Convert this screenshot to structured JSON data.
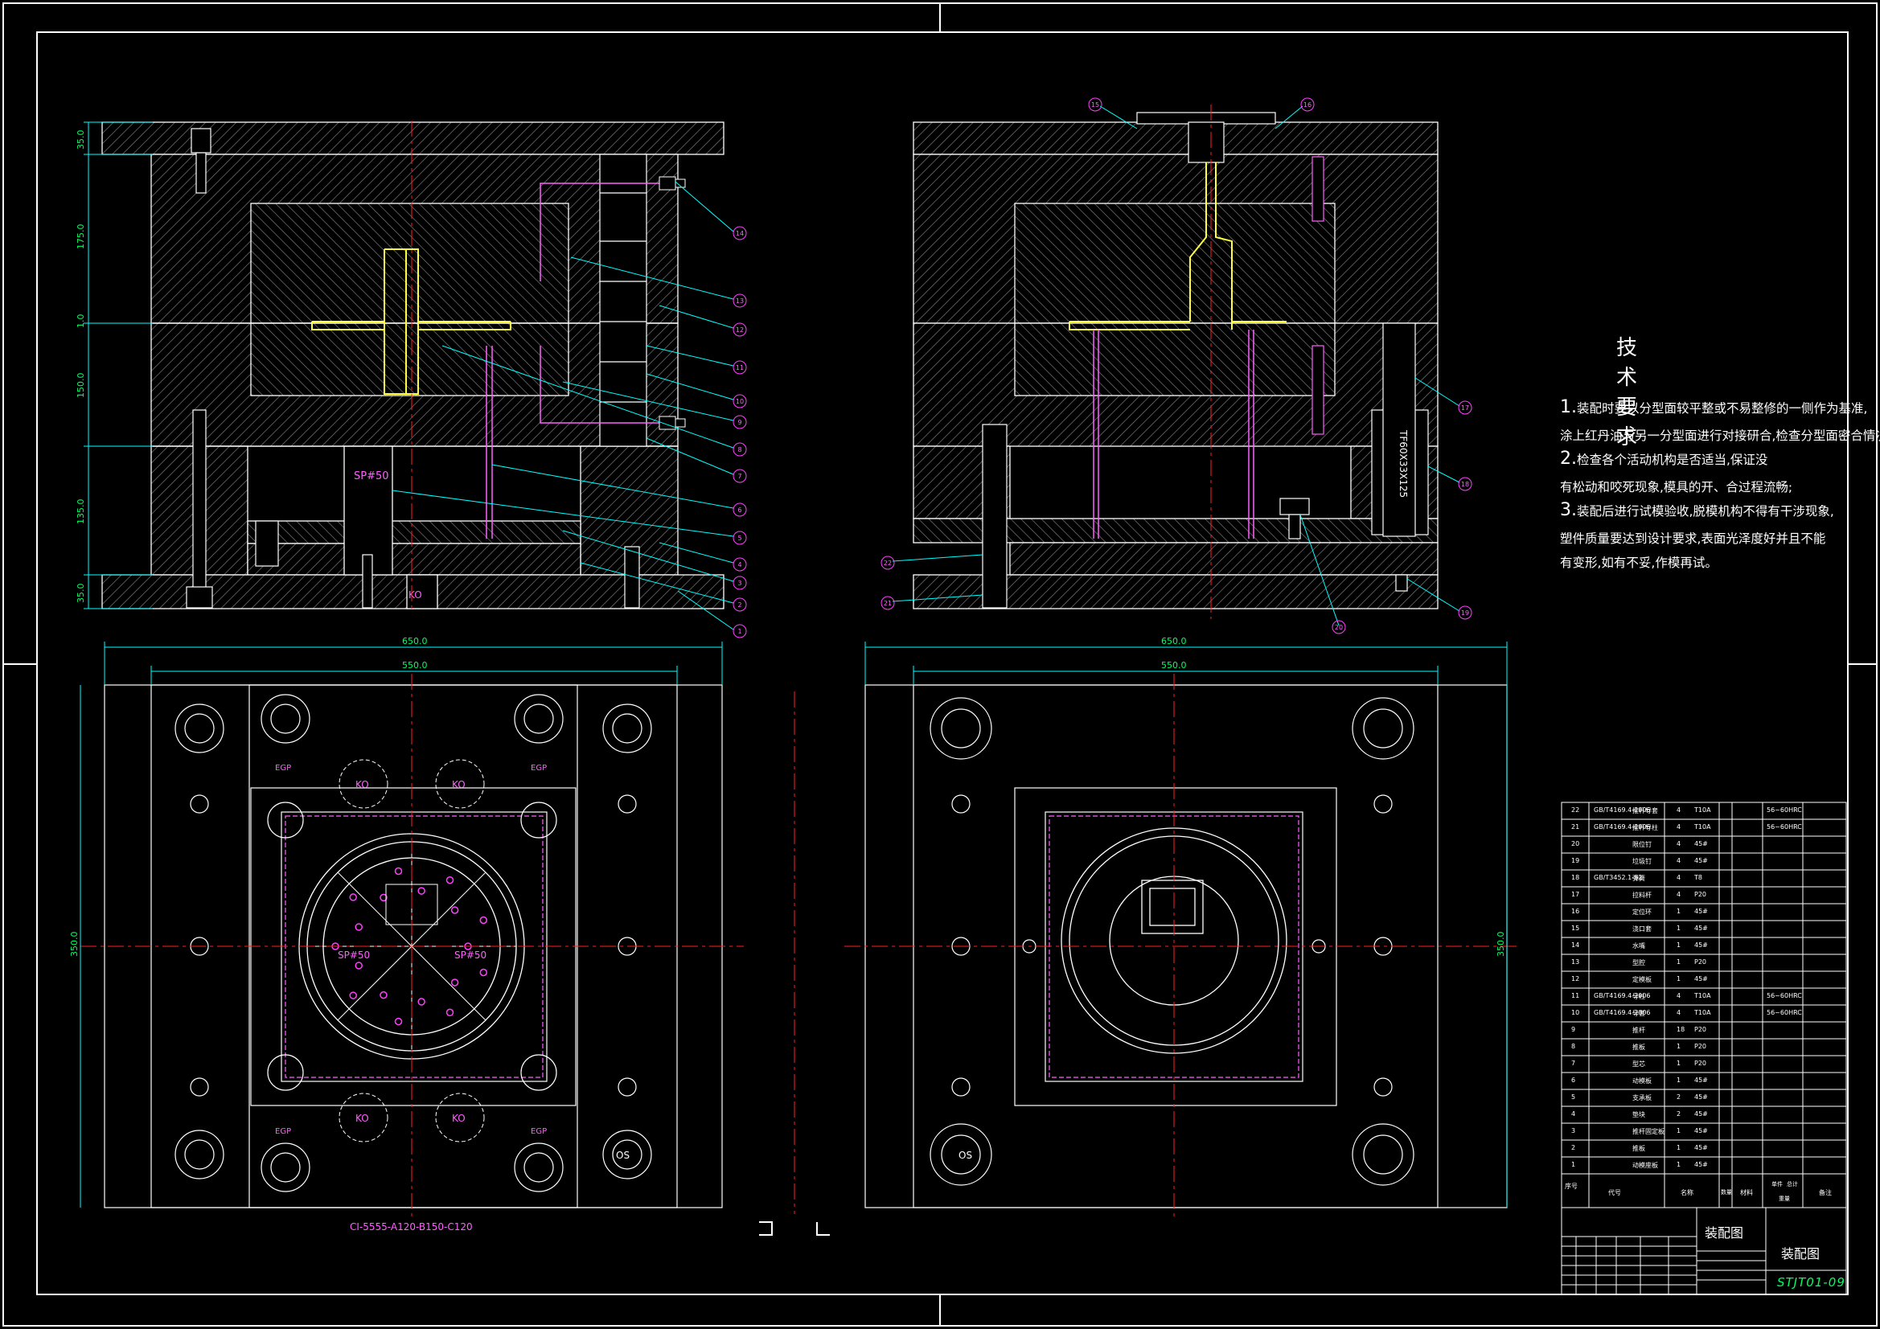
{
  "colors": {
    "background": "#000000",
    "border": "#ffffff",
    "hatch": "#8a8a8a",
    "dimension": "#00ffff",
    "centerline": "#ff2020",
    "part": "#ffff00",
    "balloon": "#ff40ff",
    "label": "#ff60ff",
    "drawing_no": "#00ff60"
  },
  "section_left": {
    "dims": [
      "35.0",
      "175.0",
      "1.0",
      "150.0",
      "135.0",
      "35.0"
    ],
    "sprue_label": "SP#50",
    "ko_label": "KO",
    "balloons": [
      "14",
      "13",
      "12",
      "11",
      "10",
      "9",
      "8",
      "7",
      "6",
      "5",
      "4",
      "3",
      "2",
      "1"
    ]
  },
  "section_right": {
    "balloons": [
      "15",
      "16",
      "17",
      "18",
      "19",
      "20",
      "21",
      "22"
    ],
    "spring_label": "TF60X33X125"
  },
  "plan_left": {
    "width_outer": "650.0",
    "width_inner": "550.0",
    "height": "350.0",
    "ko_labels": [
      "KO",
      "KO",
      "KO",
      "KO"
    ],
    "sp_labels": [
      "SP#50",
      "SP#50"
    ],
    "egp_labels": [
      "EGP",
      "EGP",
      "EGP",
      "EGP"
    ],
    "os_label": "OS",
    "mold_base_code": "CI-5555-A120-B150-C120"
  },
  "plan_right": {
    "width_outer": "650.0",
    "width_inner": "550.0",
    "height": "350.0",
    "os_label": "OS"
  },
  "tech_requirements": {
    "title": "技术要求",
    "lines": [
      {
        "num": "1.",
        "text": "装配时要以分型面较平整或不易整修的一侧作为基准,"
      },
      {
        "num": "",
        "text": "涂上红丹油与另一分型面进行对接研合,检查分型面密合情况;"
      },
      {
        "num": "2.",
        "text": "检查各个活动机构是否适当,保证没"
      },
      {
        "num": "",
        "text": "有松动和咬死现象,模具的开、合过程流畅;"
      },
      {
        "num": "3.",
        "text": "装配后进行试模验收,脱模机构不得有干涉现象,"
      },
      {
        "num": "",
        "text": "塑件质量要达到设计要求,表面光泽度好并且不能"
      },
      {
        "num": "",
        "text": "有变形,如有不妥,作模再试。"
      }
    ]
  },
  "bom": [
    {
      "no": "22",
      "code": "GB/T4169.4-2006",
      "name": "推杆导套",
      "qty": "4",
      "mat": "T10A",
      "note": "56~60HRC"
    },
    {
      "no": "21",
      "code": "GB/T4169.4-2006",
      "name": "推杆导柱",
      "qty": "4",
      "mat": "T10A",
      "note": "56~60HRC"
    },
    {
      "no": "20",
      "code": "",
      "name": "限位钉",
      "qty": "4",
      "mat": "45#",
      "note": ""
    },
    {
      "no": "19",
      "code": "",
      "name": "垃圾钉",
      "qty": "4",
      "mat": "45#",
      "note": ""
    },
    {
      "no": "18",
      "code": "GB/T3452.1-82",
      "name": "弹簧",
      "qty": "4",
      "mat": "T8",
      "note": ""
    },
    {
      "no": "17",
      "code": "",
      "name": "拉料杆",
      "qty": "4",
      "mat": "P20",
      "note": ""
    },
    {
      "no": "16",
      "code": "",
      "name": "定位环",
      "qty": "1",
      "mat": "45#",
      "note": ""
    },
    {
      "no": "15",
      "code": "",
      "name": "浇口套",
      "qty": "1",
      "mat": "45#",
      "note": ""
    },
    {
      "no": "14",
      "code": "",
      "name": "水嘴",
      "qty": "1",
      "mat": "45#",
      "note": ""
    },
    {
      "no": "13",
      "code": "",
      "name": "型腔",
      "qty": "1",
      "mat": "P20",
      "note": ""
    },
    {
      "no": "12",
      "code": "",
      "name": "定模板",
      "qty": "1",
      "mat": "45#",
      "note": ""
    },
    {
      "no": "11",
      "code": "GB/T4169.4-2006",
      "name": "导柱",
      "qty": "4",
      "mat": "T10A",
      "note": "56~60HRC"
    },
    {
      "no": "10",
      "code": "GB/T4169.4-2006",
      "name": "导套",
      "qty": "4",
      "mat": "T10A",
      "note": "56~60HRC"
    },
    {
      "no": "9",
      "code": "",
      "name": "推杆",
      "qty": "18",
      "mat": "P20",
      "note": ""
    },
    {
      "no": "8",
      "code": "",
      "name": "推板",
      "qty": "1",
      "mat": "P20",
      "note": ""
    },
    {
      "no": "7",
      "code": "",
      "name": "型芯",
      "qty": "1",
      "mat": "P20",
      "note": ""
    },
    {
      "no": "6",
      "code": "",
      "name": "动模板",
      "qty": "1",
      "mat": "45#",
      "note": ""
    },
    {
      "no": "5",
      "code": "",
      "name": "支承板",
      "qty": "2",
      "mat": "45#",
      "note": ""
    },
    {
      "no": "4",
      "code": "",
      "name": "垫块",
      "qty": "2",
      "mat": "45#",
      "note": ""
    },
    {
      "no": "3",
      "code": "",
      "name": "推杆固定板",
      "qty": "1",
      "mat": "45#",
      "note": ""
    },
    {
      "no": "2",
      "code": "",
      "name": "推板",
      "qty": "1",
      "mat": "45#",
      "note": ""
    },
    {
      "no": "1",
      "code": "",
      "name": "动模座板",
      "qty": "1",
      "mat": "45#",
      "note": ""
    }
  ],
  "bom_header": {
    "no": "序号",
    "code": "代号",
    "name": "名称",
    "qty": "数量",
    "mat": "材料",
    "unit": "单件",
    "total": "总计",
    "weight": "重量",
    "note": "备注"
  },
  "title_block": {
    "drawing_name": "装配图",
    "drawing_name_right": "装配图",
    "drawing_no": "STJT01-09"
  }
}
